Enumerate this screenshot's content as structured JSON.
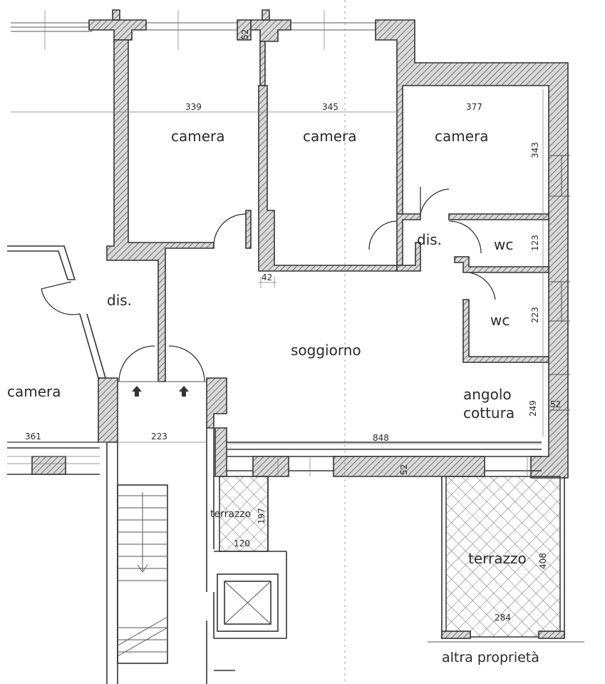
{
  "rooms": {
    "camera_1": "camera",
    "camera_2": "camera",
    "camera_3": "camera",
    "camera_left": "camera",
    "dis_left": "dis.",
    "dis_center": "dis.",
    "wc_top": "wc",
    "wc_bottom": "wc",
    "soggiorno": "soggiorno",
    "angolo_line1": "angolo",
    "angolo_line2": "cottura",
    "terrazzo_small": "terrazzo",
    "terrazzo_large": "terrazzo"
  },
  "dimensions": {
    "d339": "339",
    "d345": "345",
    "d377": "377",
    "d343": "343",
    "d123": "123",
    "d223_right": "223",
    "d42": "42",
    "d52_top": "52",
    "d52_right": "52",
    "d52_bottom": "52",
    "d249": "249",
    "d361": "361",
    "d223_stair": "223",
    "d848": "848",
    "d197": "197",
    "d120": "120",
    "d408": "408",
    "d284": "284"
  },
  "notes": {
    "altra_proprieta": "altra proprietà"
  }
}
